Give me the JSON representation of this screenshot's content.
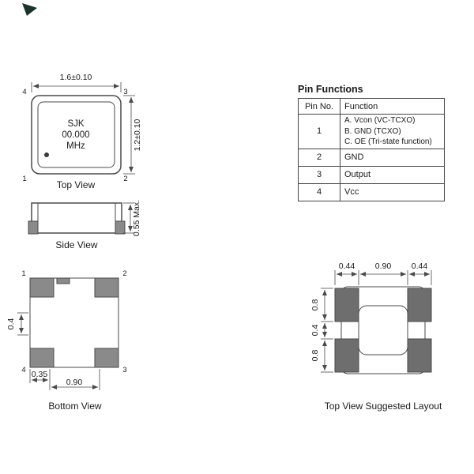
{
  "top_view": {
    "label": "Top View",
    "dim_width": "1.6±0.10",
    "dim_height": "1.2±0.10",
    "marking": [
      "SJK",
      "00.000",
      "MHz"
    ],
    "pin_labels": {
      "top_left": "4",
      "top_right": "3",
      "bottom_left": "1",
      "bottom_right": "2"
    }
  },
  "side_view": {
    "label": "Side View",
    "dim_height": "0.55 Max."
  },
  "bottom_view": {
    "label": "Bottom View",
    "pin_labels": {
      "top_left": "1",
      "top_right": "2",
      "bottom_right": "3",
      "bottom_left": "4"
    },
    "dim_pad": "0.4",
    "dim_edge_to_pad": "0.35",
    "dim_pad_span": "0.90"
  },
  "layout_view": {
    "label": "Top View Suggested Layout",
    "dim_top": [
      "0.44",
      "0.90",
      "0.44"
    ],
    "dim_left": [
      "0.8",
      "0.4",
      "0.8"
    ]
  },
  "pin_table": {
    "title": "Pin Functions",
    "headers": [
      "Pin No.",
      "Function"
    ],
    "rows": [
      {
        "pin": "1",
        "function_lines": [
          "A. Vcon (VC-TCXO)",
          "B. GND (TCXO)",
          "C. OE (Tri-state function)"
        ]
      },
      {
        "pin": "2",
        "function_lines": [
          "GND"
        ]
      },
      {
        "pin": "3",
        "function_lines": [
          "Output"
        ]
      },
      {
        "pin": "4",
        "function_lines": [
          "Vcc"
        ]
      }
    ]
  },
  "colors": {
    "line": "#4a4a4a",
    "text": "#1a1a1a",
    "pad_gray": "#8a8a8a",
    "pad_dark": "#6e6e6e",
    "table_border": "#444444",
    "corner_mark": "#1c332b"
  }
}
